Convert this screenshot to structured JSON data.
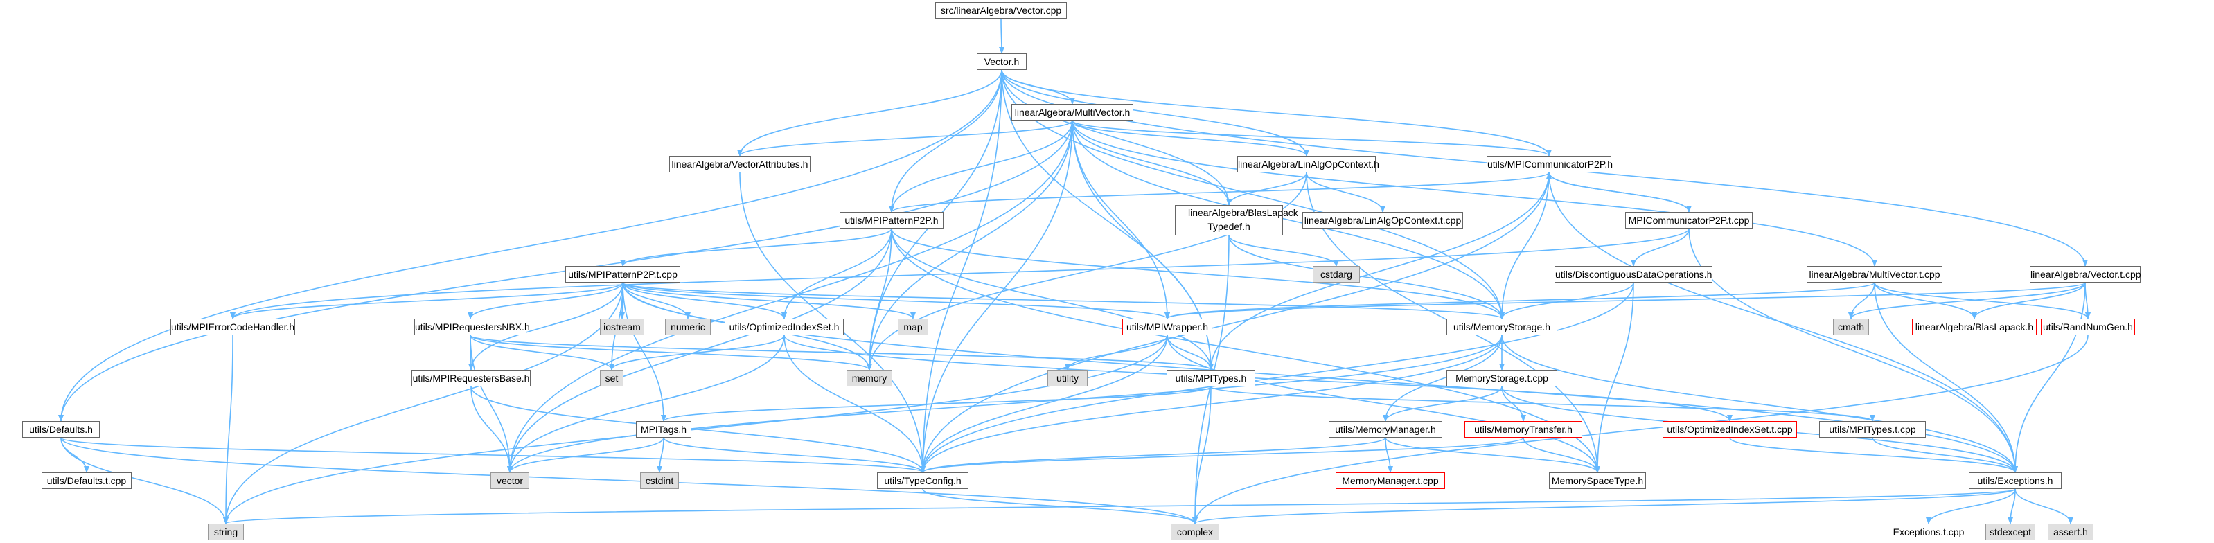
{
  "colors": {
    "edge": "#63b8ff",
    "node_border": "#666666",
    "system_fill": "#e0e0e0",
    "root_fill": "#999999",
    "truncated_border": "#ff0000"
  },
  "nodes": {
    "n0": {
      "label": "src/linearAlgebra/Vector.cpp",
      "kind": "root"
    },
    "n1": {
      "label": "Vector.h",
      "kind": "normal"
    },
    "n2": {
      "label": "linearAlgebra/MultiVector.h",
      "kind": "normal"
    },
    "n3": {
      "label": "linearAlgebra/VectorAttributes.h",
      "kind": "normal"
    },
    "n4": {
      "label": "linearAlgebra/LinAlgOpContext.h",
      "kind": "normal"
    },
    "n5": {
      "label": "utils/MPICommunicatorP2P.h",
      "kind": "normal"
    },
    "n6": {
      "label": "utils/MPIPatternP2P.h",
      "kind": "normal"
    },
    "n7": {
      "label": "linearAlgebra/BlasLapack Typedef.h",
      "kind": "normal"
    },
    "n8": {
      "label": "linearAlgebra/LinAlgOpContext.t.cpp",
      "kind": "normal"
    },
    "n9": {
      "label": "MPICommunicatorP2P.t.cpp",
      "kind": "normal"
    },
    "n10": {
      "label": "utils/MPIPatternP2P.t.cpp",
      "kind": "normal"
    },
    "n11": {
      "label": "cstdarg",
      "kind": "system"
    },
    "n12": {
      "label": "utils/DiscontiguousDataOperations.h",
      "kind": "normal"
    },
    "n13": {
      "label": "linearAlgebra/MultiVector.t.cpp",
      "kind": "normal"
    },
    "n14": {
      "label": "linearAlgebra/Vector.t.cpp",
      "kind": "normal"
    },
    "n15": {
      "label": "utils/MPIErrorCodeHandler.h",
      "kind": "normal"
    },
    "n16": {
      "label": "utils/MPIRequestersNBX.h",
      "kind": "normal"
    },
    "n17": {
      "label": "iostream",
      "kind": "system"
    },
    "n18": {
      "label": "numeric",
      "kind": "system"
    },
    "n19": {
      "label": "utils/OptimizedIndexSet.h",
      "kind": "normal"
    },
    "n20": {
      "label": "map",
      "kind": "system"
    },
    "n21": {
      "label": "utils/MPIWrapper.h",
      "kind": "truncated"
    },
    "n22": {
      "label": "utils/MemoryStorage.h",
      "kind": "normal"
    },
    "n23": {
      "label": "cmath",
      "kind": "system"
    },
    "n24": {
      "label": "linearAlgebra/BlasLapack.h",
      "kind": "truncated"
    },
    "n25": {
      "label": "utils/RandNumGen.h",
      "kind": "truncated"
    },
    "n26": {
      "label": "utils/MPIRequestersBase.h",
      "kind": "normal"
    },
    "n27": {
      "label": "set",
      "kind": "system"
    },
    "n28": {
      "label": "memory",
      "kind": "system"
    },
    "n29": {
      "label": "utility",
      "kind": "system"
    },
    "n30": {
      "label": "utils/MPITypes.h",
      "kind": "normal"
    },
    "n31": {
      "label": "MemoryStorage.t.cpp",
      "kind": "normal"
    },
    "n32": {
      "label": "utils/Defaults.h",
      "kind": "normal"
    },
    "n33": {
      "label": "MPITags.h",
      "kind": "normal"
    },
    "n34": {
      "label": "utils/MemoryManager.h",
      "kind": "normal"
    },
    "n35": {
      "label": "utils/MemoryTransfer.h",
      "kind": "truncated"
    },
    "n36": {
      "label": "utils/OptimizedIndexSet.t.cpp",
      "kind": "truncated"
    },
    "n37": {
      "label": "utils/MPITypes.t.cpp",
      "kind": "normal"
    },
    "n38": {
      "label": "utils/Defaults.t.cpp",
      "kind": "normal"
    },
    "n39": {
      "label": "cstdint",
      "kind": "system"
    },
    "n40": {
      "label": "vector",
      "kind": "system"
    },
    "n41": {
      "label": "utils/TypeConfig.h",
      "kind": "normal"
    },
    "n42": {
      "label": "MemoryManager.t.cpp",
      "kind": "truncated"
    },
    "n43": {
      "label": "MemorySpaceType.h",
      "kind": "normal"
    },
    "n44": {
      "label": "utils/Exceptions.h",
      "kind": "normal"
    },
    "n45": {
      "label": "string",
      "kind": "system"
    },
    "n46": {
      "label": "complex",
      "kind": "system"
    },
    "n47": {
      "label": "Exceptions.t.cpp",
      "kind": "normal"
    },
    "n48": {
      "label": "stdexcept",
      "kind": "system"
    },
    "n49": {
      "label": "assert.h",
      "kind": "system"
    }
  }
}
